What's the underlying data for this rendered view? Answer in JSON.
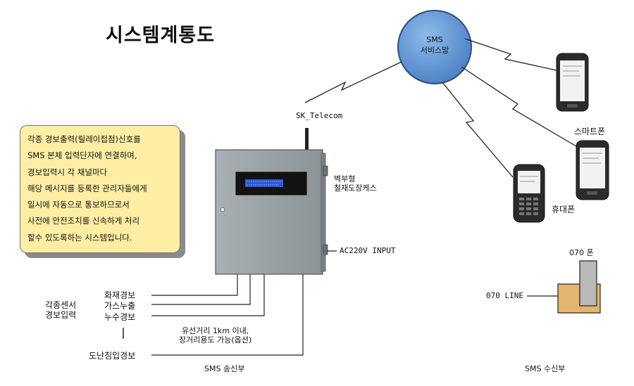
{
  "title": "시스템계통도",
  "note": {
    "lines": [
      "각종 경보출력(릴레이접점)신호를",
      "SMS 본체 입력단자에 연결하며,",
      "경보입력시 각 채널마다",
      "해당 메시지를 등록한 관리자들에게",
      "일시에 자동으로 통보하므로서",
      "사전에 안전조치를 신속하게 처리",
      "할수 있도록하는 시스템입니다."
    ]
  },
  "network": {
    "line1": "SMS",
    "line2": "서비스망",
    "carrier": "SK_Telecom"
  },
  "cabinet": {
    "label_line1": "벽부형",
    "label_line2": "철재도장케스",
    "power": "AC220V INPUT"
  },
  "sensors": {
    "group_line1": "각종센서",
    "group_line2": "경보입력",
    "items": [
      "화재경보",
      "가스누출",
      "누수경보"
    ],
    "intrusion": "도난침입경보"
  },
  "wiring_note": {
    "line1": "유선거리 1km 이내,",
    "line2": "장거리용도 가능(옵션)"
  },
  "phones": {
    "smartphone": "스마트폰",
    "mobile": "휴대폰"
  },
  "voip": {
    "phone": "070 폰",
    "line": "070 LINE"
  },
  "sections": {
    "sender": "SMS 송신부",
    "receiver": "SMS 수신부"
  },
  "colors": {
    "cabinet": "#9aa1a4",
    "lcd": "#2a5bd6",
    "bubble": "#5a8fd0",
    "note_bg": "#fdeea4",
    "base_box": "#e3b66f"
  }
}
